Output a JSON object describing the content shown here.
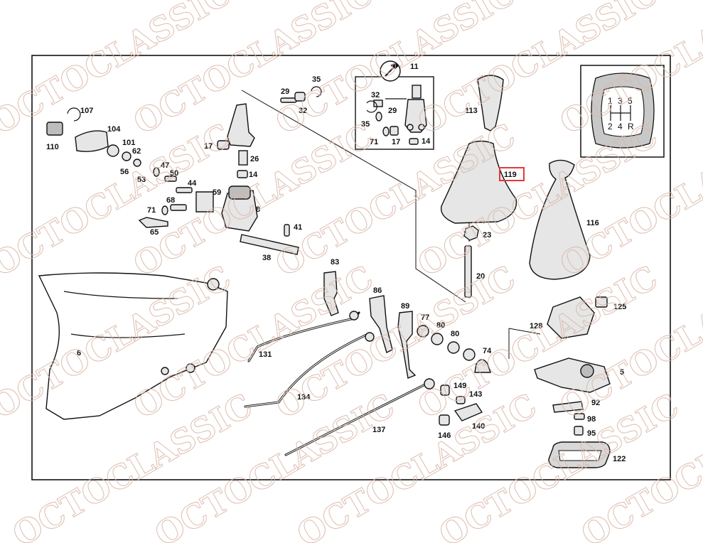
{
  "diagram": {
    "watermark": "OCTOCLASSIC",
    "shift_pattern": {
      "top": [
        "1",
        "3",
        "5"
      ],
      "bottom": [
        "2",
        "4",
        "R"
      ]
    },
    "highlighted_part": "119",
    "callouts": {
      "c11": "11",
      "c35a": "35",
      "c29a": "29",
      "c32a": "32",
      "c32b": "32",
      "c29b": "29",
      "c35b": "35",
      "c71a": "71",
      "c17b": "17",
      "c14b": "14",
      "c113": "113",
      "c119": "119",
      "c116": "116",
      "c107": "107",
      "c104": "104",
      "c110": "110",
      "c101": "101",
      "c62": "62",
      "c56": "56",
      "c53": "53",
      "c47": "47",
      "c50": "50",
      "c44": "44",
      "c68": "68",
      "c71b": "71",
      "c65": "65",
      "c59": "59",
      "c8": "8",
      "c17a": "17",
      "c26": "26",
      "c14a": "14",
      "c41": "41",
      "c38": "38",
      "c23": "23",
      "c20": "20",
      "c83": "83",
      "c86": "86",
      "c89": "89",
      "c77": "77",
      "c80a": "80",
      "c80b": "80",
      "c74": "74",
      "c131": "131",
      "c134": "134",
      "c137": "137",
      "c149": "149",
      "c143": "143",
      "c146": "146",
      "c140": "140",
      "c125": "125",
      "c128": "128",
      "c5": "5",
      "c92": "92",
      "c98": "98",
      "c95": "95",
      "c122": "122",
      "c6": "6"
    }
  }
}
